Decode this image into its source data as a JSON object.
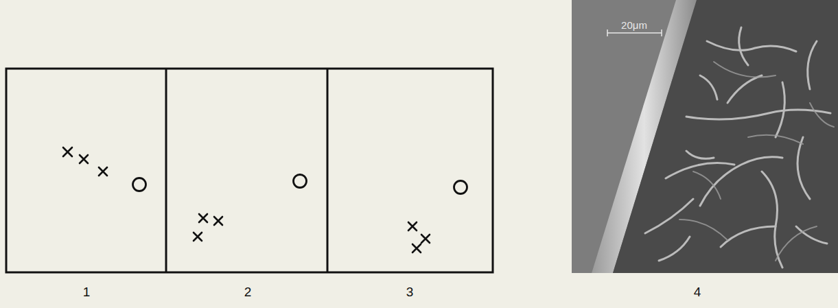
{
  "diagram": {
    "labels": [
      "1",
      "2",
      "3",
      "4",
      "20μm"
    ]
  }
}
